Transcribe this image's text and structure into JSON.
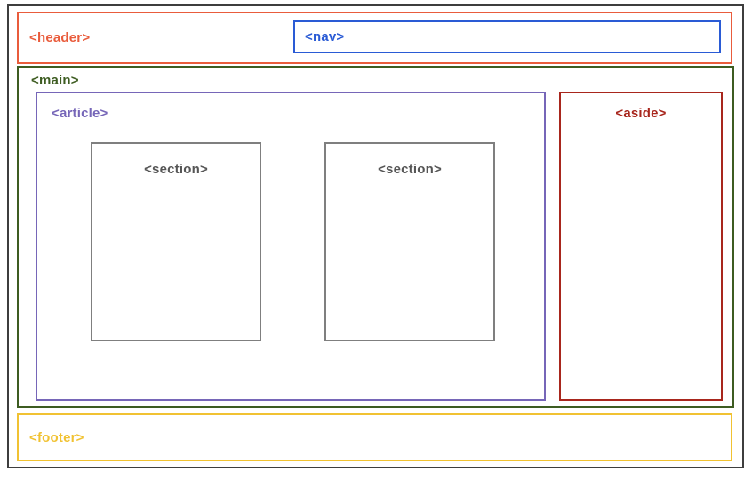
{
  "labels": {
    "header": "<header>",
    "nav": "<nav>",
    "main": "<main>",
    "article": "<article>",
    "section_1": "<section>",
    "section_2": "<section>",
    "aside": "<aside>",
    "footer": "<footer>"
  },
  "colors": {
    "frame": "#3e3e3e",
    "header": "#e95c3c",
    "nav": "#2a5bd5",
    "main": "#3d5c21",
    "article": "#7666b8",
    "section_border": "#7f7f7f",
    "section_text": "#565656",
    "aside": "#a8261d",
    "footer": "#f1c232"
  }
}
